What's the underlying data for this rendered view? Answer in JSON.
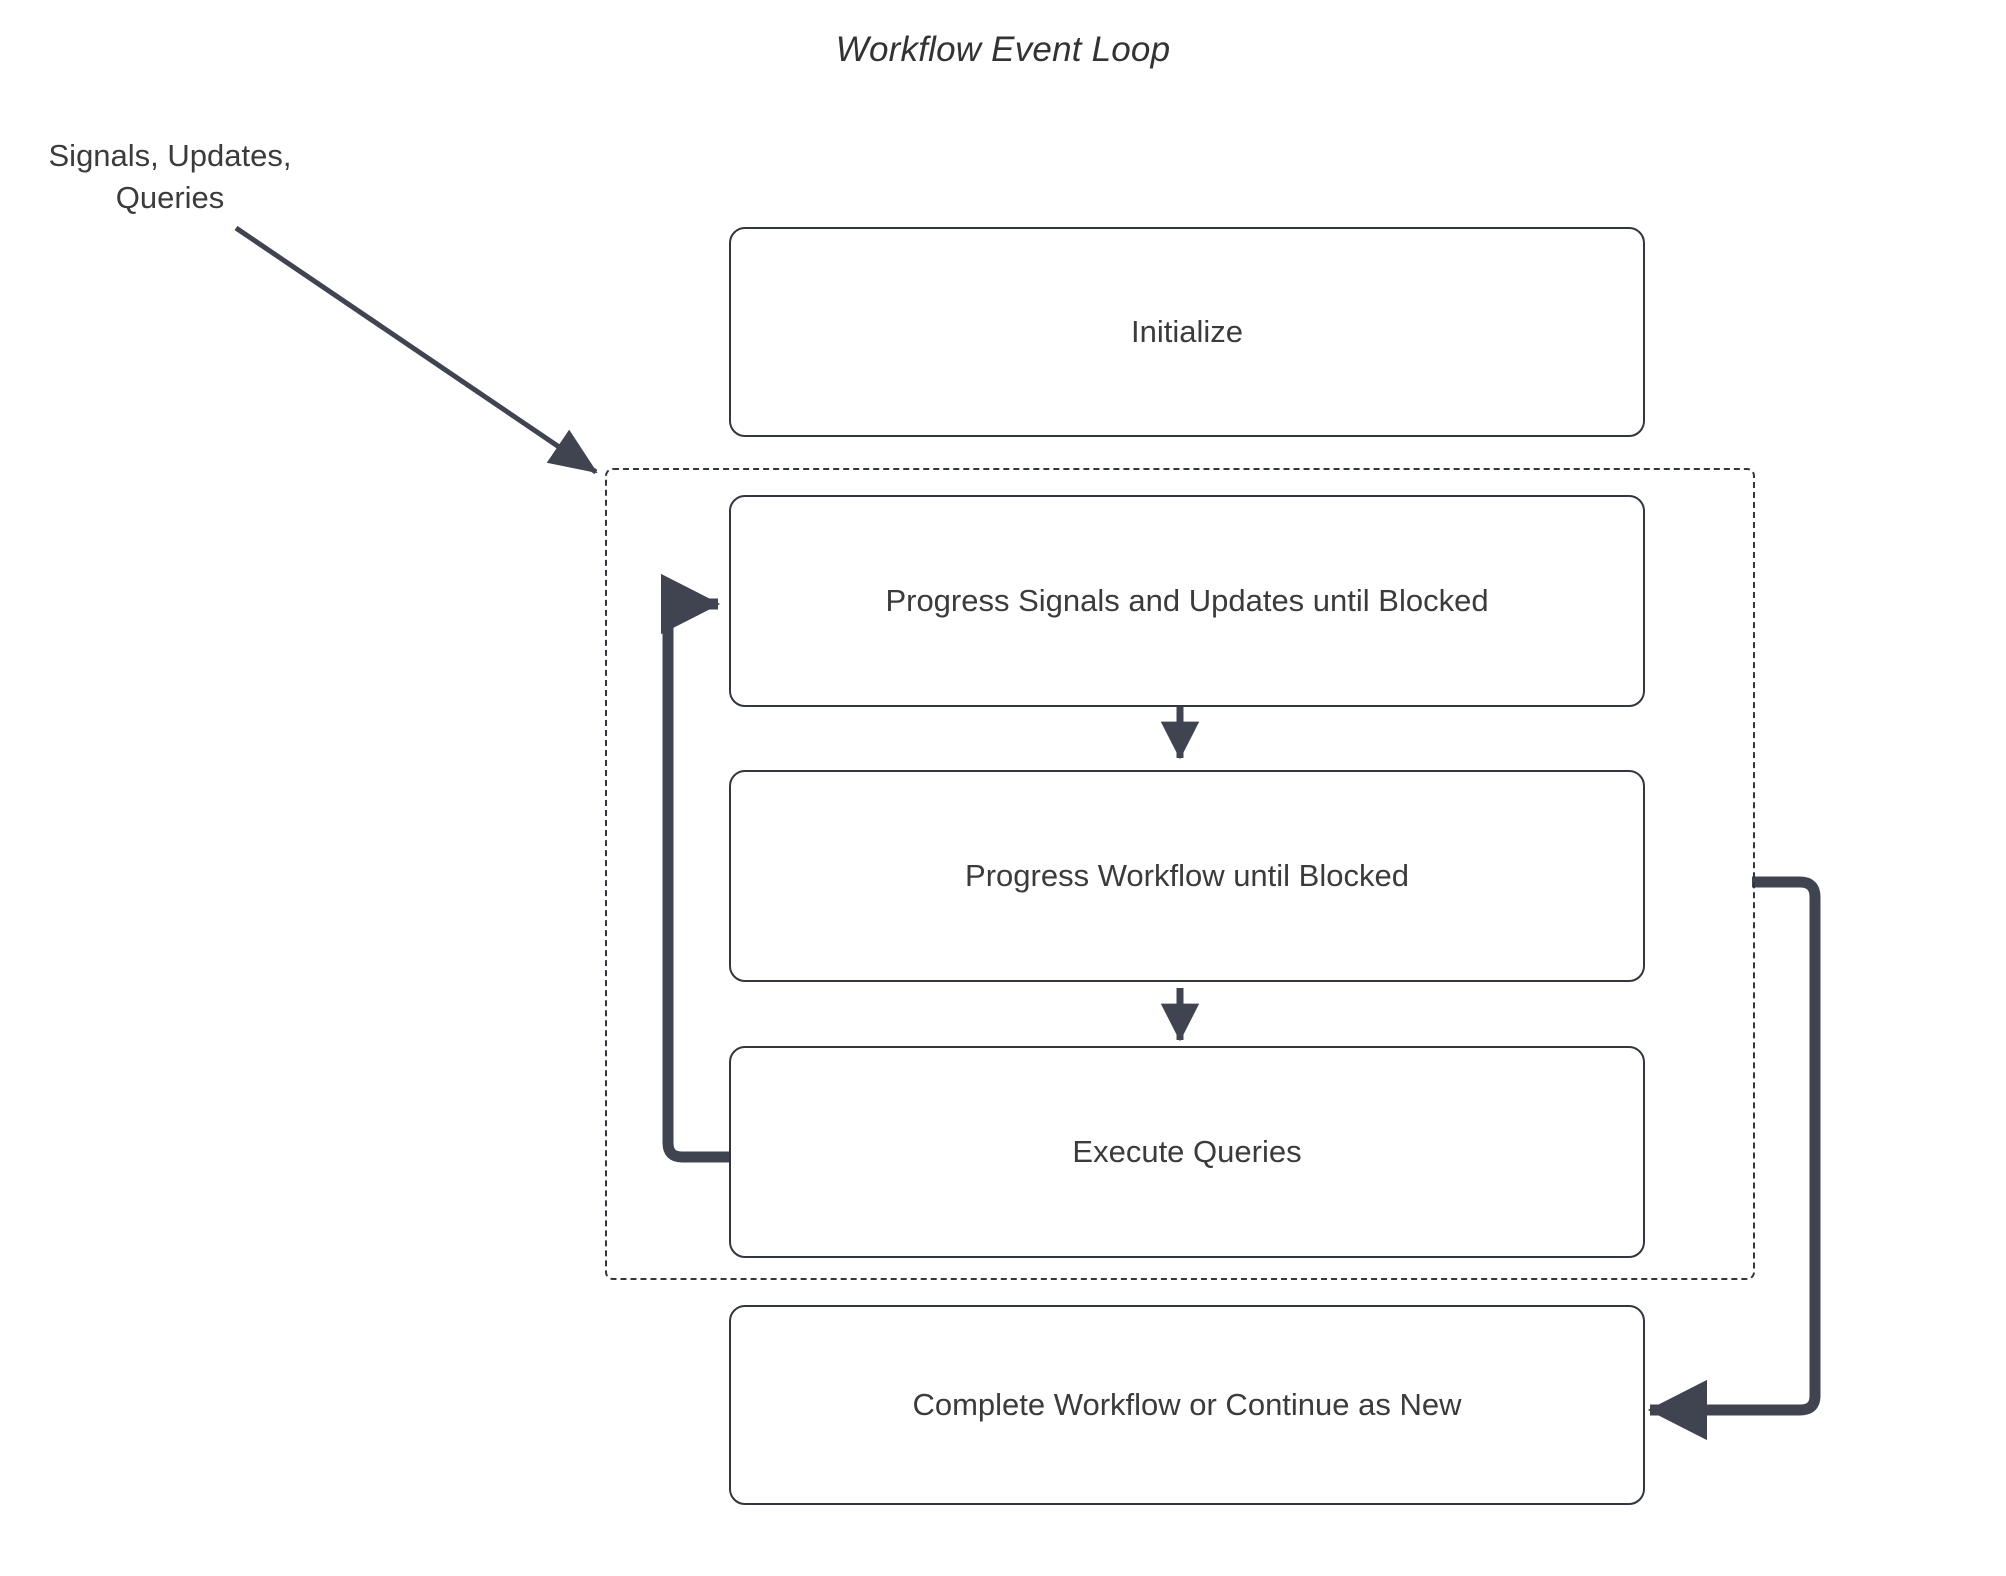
{
  "title": "Workflow Event Loop",
  "external_input": {
    "label_line1": "Signals, Updates,",
    "label_line2": "Queries",
    "full_label": "Signals, Updates, Queries"
  },
  "nodes": [
    {
      "id": "initialize",
      "label": "Initialize"
    },
    {
      "id": "progress-signals",
      "label": "Progress Signals and Updates until Blocked"
    },
    {
      "id": "progress-workflow",
      "label": "Progress Workflow until Blocked"
    },
    {
      "id": "execute-queries",
      "label": "Execute Queries"
    },
    {
      "id": "complete-workflow",
      "label": "Complete Workflow or Continue as New"
    }
  ],
  "loop_group": {
    "label": "",
    "style": "dashed"
  },
  "colors": {
    "stroke": "#32363f",
    "arrow": "#3f4450",
    "text": "#3b3b3b",
    "title": "#333333",
    "background": "#ffffff"
  }
}
